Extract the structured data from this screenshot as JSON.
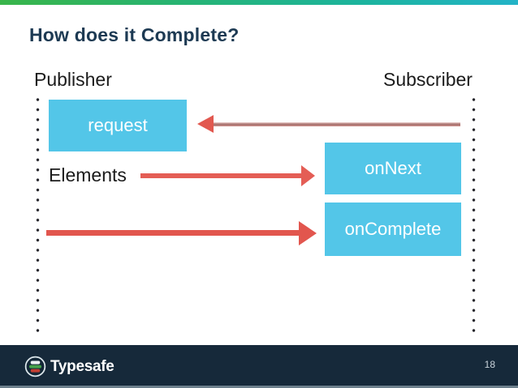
{
  "slide": {
    "title": "How does it Complete?",
    "page_number": "18"
  },
  "footer": {
    "logo_text": "Typesafe",
    "logo_icon": "typesafe-circle-logo-icon"
  },
  "diagram": {
    "publisher_label": "Publisher",
    "subscriber_label": "Subscriber",
    "elements_label": "Elements",
    "boxes": [
      {
        "label": "request"
      },
      {
        "label": "onNext"
      },
      {
        "label": "onComplete"
      }
    ],
    "arrows": [
      {
        "name": "request-arrow",
        "direction": "left",
        "from": "subscriber-lifeline",
        "to": "request-box"
      },
      {
        "name": "elements-arrow",
        "direction": "right",
        "from": "elements-label",
        "to": "onNext-box"
      },
      {
        "name": "complete-arrow",
        "direction": "right",
        "from": "publisher-lifeline",
        "to": "onComplete-box"
      }
    ]
  },
  "colors": {
    "box_fill": "#53c6e8",
    "arrow_red": "#e2584f",
    "request_shaft_muted": "#a9736f",
    "title_navy": "#1d3a53",
    "footer_bg": "#16293a",
    "top_bar_green": "#39b54a",
    "top_bar_teal": "#23b3c7",
    "lifeline_dot": "#26262c"
  }
}
